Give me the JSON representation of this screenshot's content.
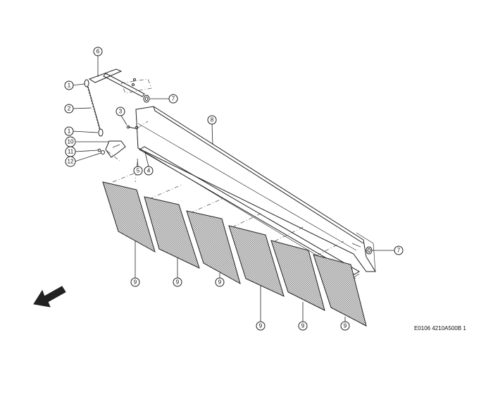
{
  "drawing": {
    "reference": "E0106 4210A500B 1"
  },
  "callouts": {
    "c1a": "1",
    "c1b": "1",
    "c2": "2",
    "c3": "3",
    "c4": "4",
    "c5": "5",
    "c6": "6",
    "c7a": "7",
    "c7b": "7",
    "c8": "8",
    "c9a": "9",
    "c9b": "9",
    "c9c": "9",
    "c9d": "9",
    "c9e": "9",
    "c9f": "9",
    "c10": "10",
    "c11": "11",
    "c12": "12"
  },
  "icons": {
    "direction": "travel-direction-arrow-icon"
  },
  "colors": {
    "line": "#222222",
    "mesh": "#bdbdbd"
  }
}
